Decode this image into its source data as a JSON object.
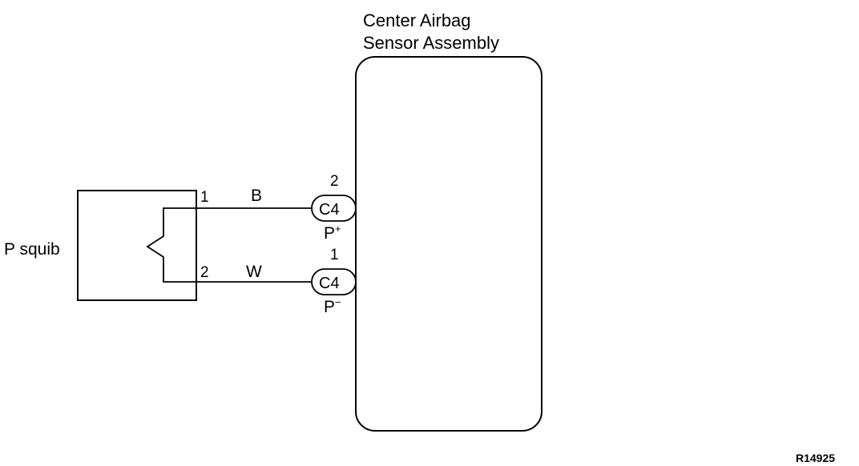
{
  "ecu": {
    "title_line1": "Center Airbag",
    "title_line2": "Sensor Assembly"
  },
  "squib": {
    "label": "P squib",
    "pin_top": "1",
    "pin_bottom": "2"
  },
  "wires": {
    "top_color": "B",
    "bottom_color": "W"
  },
  "connectors": {
    "top": {
      "name": "C4",
      "pin": "2",
      "terminal_base": "P",
      "terminal_sign": "+"
    },
    "bottom": {
      "name": "C4",
      "pin": "1",
      "terminal_base": "P",
      "terminal_sign": "−"
    }
  },
  "reference_code": "R14925",
  "colors": {
    "line": "#000000",
    "background": "#ffffff"
  }
}
